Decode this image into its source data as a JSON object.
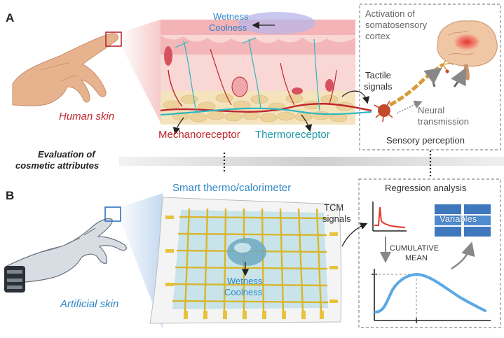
{
  "panel_a": {
    "letter": "A",
    "human_skin": "Human skin",
    "wetness": "Wetness",
    "coolness": "Coolness",
    "mechanoreceptor": "Mechanoreceptor",
    "thermoreceptor": "Thermoreceptor",
    "tactile_line1": "Tactile",
    "tactile_line2": "signals",
    "neural_line1": "Neural",
    "neural_line2": "transmission",
    "activation_line1": "Activation of",
    "activation_line2": "somatosensory",
    "activation_line3": "cortex",
    "sensory_perception": "Sensory perception"
  },
  "divider": {
    "line1": "Evaluation of",
    "line2": "cosmetic attributes"
  },
  "panel_b": {
    "letter": "B",
    "artificial_skin": "Artificial skin",
    "smart_title": "Smart thermo/calorimeter",
    "wetness": "Wetness",
    "coolness": "Coolness",
    "tcm_line1": "TCM",
    "tcm_line2": "signals",
    "regression": "Regression analysis",
    "variables": "Variables",
    "cumulative_line1": "CUMULATIVE",
    "cumulative_line2": "MEAN"
  },
  "colors": {
    "accent_red": "#c0262d",
    "accent_teal": "#1f9aa6",
    "accent_blue": "#2f86c8",
    "skin_pink": "#f6c9c9",
    "fat_tan": "#efd9a8",
    "gold_wire": "#d9b52c",
    "curve_blue": "#5aa9e6"
  },
  "icons": [
    "human-hand-icon",
    "robot-hand-icon",
    "brain-icon",
    "neuron-icon",
    "skin-cross-section-illustration",
    "sensor-grid-illustration"
  ]
}
